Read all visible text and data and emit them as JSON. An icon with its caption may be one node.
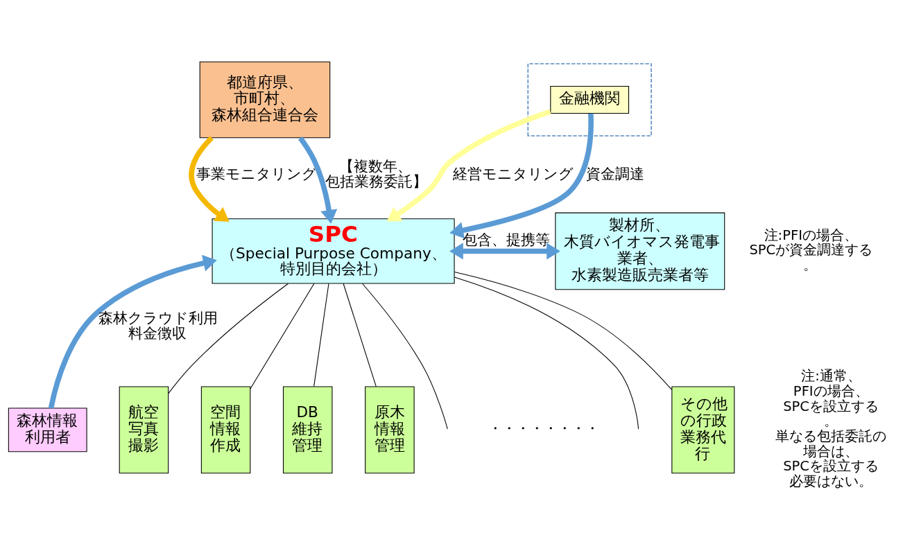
{
  "diagram": {
    "nodes": [
      {
        "text": [
          "都道府県、市町村、森林組合連合会"
        ]
      },
      {
        "text": [],
        "shape": "box"
      },
      {
        "text": [
          "金融機関"
        ],
        "in": 1
      },
      {
        "text": [
          "SPC",
          "（Special Purpose Company、特別目的会社）"
        ]
      },
      {
        "text": [
          "製材所、木質バイオマス発電事業者、水素製造販売業者等"
        ]
      },
      {
        "text": [
          "森林情報利用者"
        ]
      },
      {
        "text": [
          "航空写真撮影"
        ]
      },
      {
        "text": [
          "空間情報作成"
        ]
      },
      {
        "text": [
          "DB維持管理"
        ]
      },
      {
        "text": [
          "原木情報管理"
        ]
      },
      {
        "text": [
          "その他の行政業務代行"
        ]
      }
    ],
    "edges": [
      {
        "from": 0,
        "to": 3,
        "arrow": "to",
        "label": "事業モニタリング",
        "style": "thick",
        "color": "#f5b800"
      },
      {
        "from": 2,
        "to": 3,
        "arrow": "to",
        "label": "経営モニタリング",
        "style": "thick",
        "color": "#ffff99"
      },
      {
        "from": 2,
        "to": 3,
        "arrow": "to",
        "label": "資金調達",
        "style": "thick",
        "color": "#5b9bd5"
      },
      {
        "from": 0,
        "to": 3,
        "arrow": "to",
        "label": "【複数年、包括業務委託】",
        "style": "thick",
        "color": "#5b9bd5"
      },
      {
        "from": 5,
        "to": 3,
        "arrow": "to",
        "label": "森林クラウド利用料金徴収",
        "style": "thick",
        "color": "#5b9bd5"
      },
      {
        "from": 3,
        "to": 4,
        "arrow": "both",
        "label": "包含、提携等",
        "style": "thick",
        "color": "#5b9bd5"
      },
      {
        "from": 3,
        "to": 6,
        "arrow": "none"
      },
      {
        "from": 3,
        "to": 7,
        "arrow": "none"
      },
      {
        "from": 3,
        "to": 8,
        "arrow": "none"
      },
      {
        "from": 3,
        "to": 9,
        "arrow": "none"
      },
      {
        "from": 3,
        "to": null,
        "arrow": "none"
      },
      {
        "from": 3,
        "to": null,
        "arrow": "none"
      },
      {
        "from": 3,
        "to": 10,
        "arrow": "none"
      }
    ],
    "labels": [
      "注:PFIの場合、SPCが資金調達する。",
      "・・・・・・・・",
      "注:通常、PFIの場合、SPCを設立する。単なる包括委託の場合は、SPCを設立する必要はない。"
    ]
  }
}
